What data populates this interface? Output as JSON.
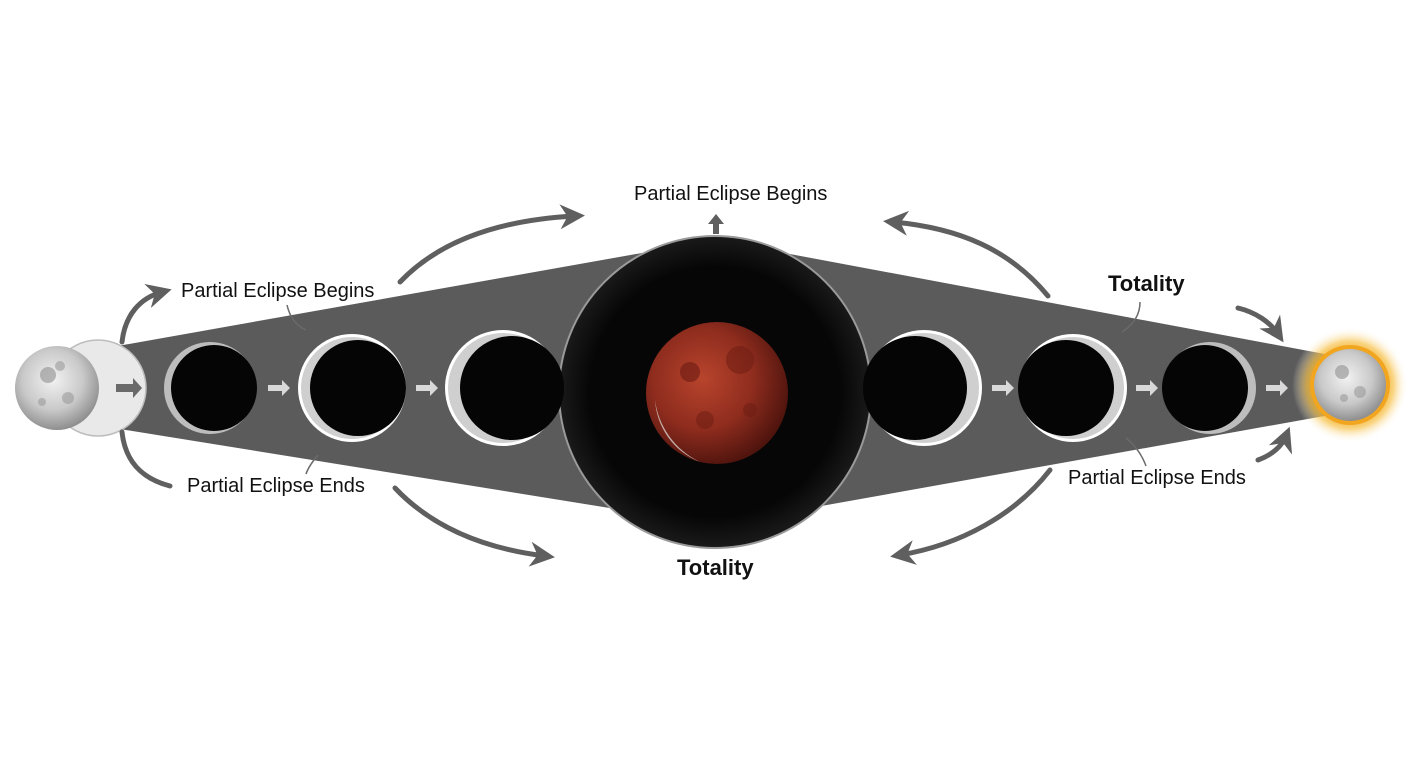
{
  "labels": {
    "top_center": "Partial Eclipse Begins",
    "top_left": "Partial Eclipse Begins",
    "bottom_left": "Partial Eclipse Ends",
    "bottom_center": "Totality",
    "top_right": "Totality",
    "bottom_right": "Partial Eclipse Ends"
  },
  "colors": {
    "shadow_band": "#5b5b5b",
    "arrow": "#5f5f5f",
    "eclipsed_moon": "#050505",
    "blood_moon": "#8e2c1e",
    "sun_glow": "#f2a51e",
    "moon_gray": "#c9c9c9"
  },
  "icons": [
    "full-moon-icon",
    "crescent-phase-icon",
    "blood-moon-icon",
    "sun-glow-icon",
    "arrow-icon"
  ]
}
